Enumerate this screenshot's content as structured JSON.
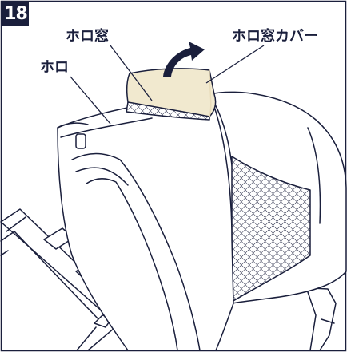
{
  "step_number": "18",
  "labels": {
    "hood_window": "ホロ窓",
    "hood_window_cover": "ホロ窓カバー",
    "hood": "ホロ"
  },
  "colors": {
    "line": "#1a1f3c",
    "cover_fill": "#f1e9cf",
    "badge_bg": "#1a1f3c",
    "background": "#ffffff"
  },
  "icons": {
    "direction_arrow": "curved-arrow-icon"
  }
}
